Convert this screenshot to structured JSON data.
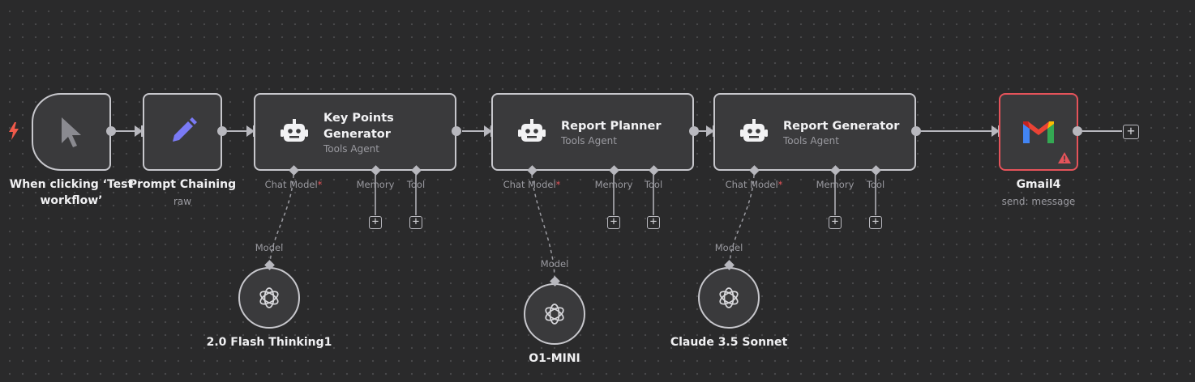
{
  "canvas": {
    "colors": {
      "background": "#2a2a2b",
      "node_fill": "#3a3a3c",
      "node_border": "#c7c7cc",
      "error_border": "#e5535a",
      "pencil_accent": "#7a7af5",
      "trigger_bolt": "#f05a4a"
    }
  },
  "nodes": {
    "trigger": {
      "title": "When clicking ‘Test workflow’",
      "icon": "cursor-icon"
    },
    "prompt": {
      "title": "Prompt Chaining",
      "subtitle": "raw",
      "icon": "pencil-icon"
    },
    "key_points": {
      "title": "Key Points Generator",
      "subtitle": "Tools Agent",
      "icon": "robot-icon"
    },
    "report_planner": {
      "title": "Report Planner",
      "subtitle": "Tools Agent",
      "icon": "robot-icon"
    },
    "report_generator": {
      "title": "Report Generator",
      "subtitle": "Tools Agent",
      "icon": "robot-icon"
    },
    "gmail": {
      "title": "Gmail4",
      "subtitle": "send: message",
      "icon": "gmail-icon",
      "status": "warning-icon"
    }
  },
  "ports": {
    "chat_model": "Chat Model",
    "required_mark": "*",
    "memory": "Memory",
    "tool": "Tool",
    "model": "Model",
    "add": "+"
  },
  "models": {
    "m1": {
      "title": "2.0 Flash Thinking1",
      "icon": "openai-icon"
    },
    "m2": {
      "title": "O1-MINI",
      "icon": "openai-icon"
    },
    "m3": {
      "title": "Claude 3.5 Sonnet",
      "icon": "openai-icon"
    }
  }
}
